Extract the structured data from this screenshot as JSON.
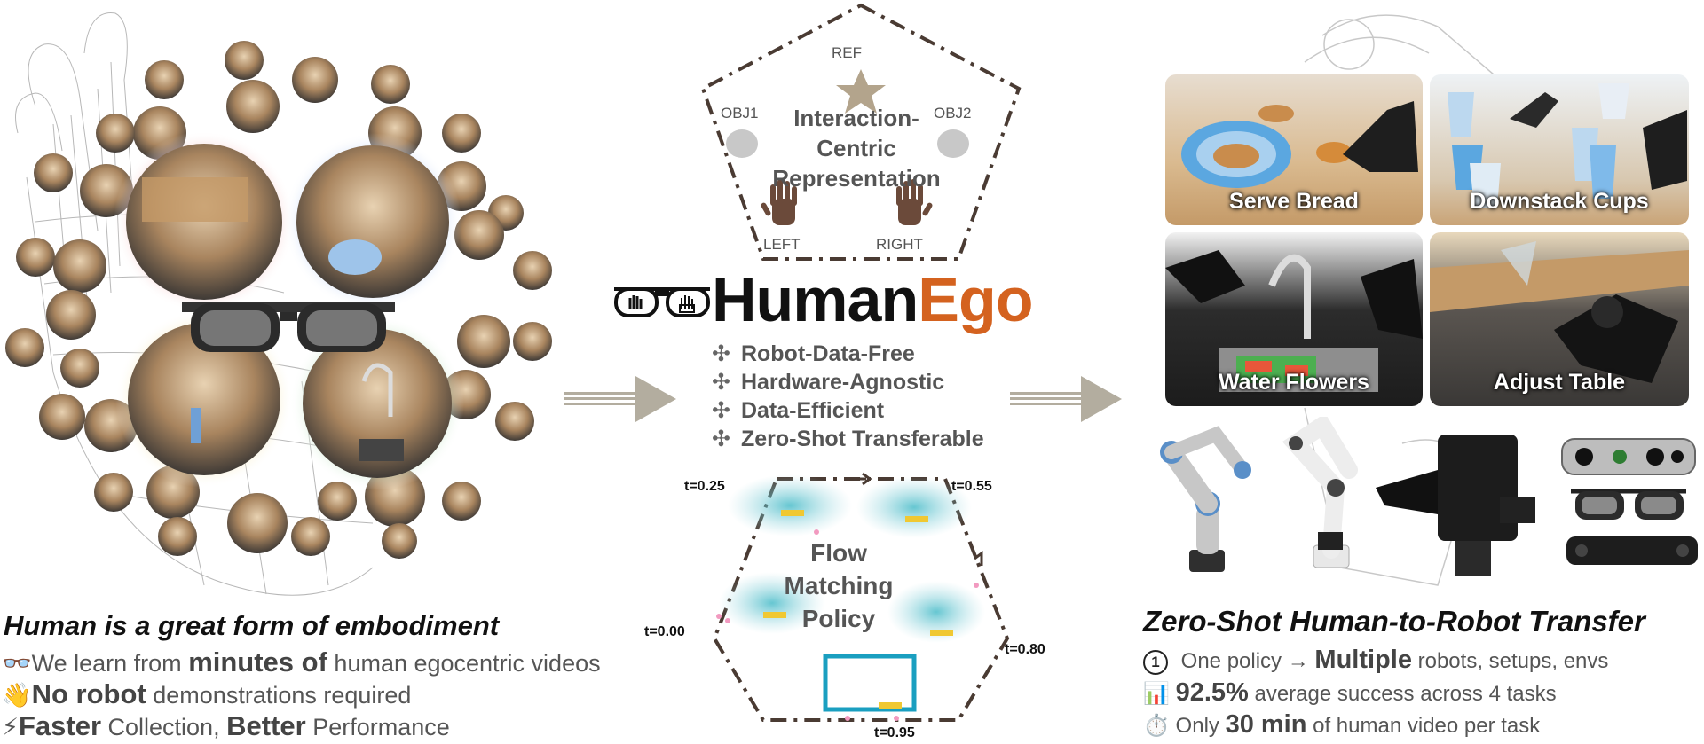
{
  "left": {
    "title": "Human is a great form of embodiment",
    "b1_pre": "We learn from ",
    "b1_bold": "minutes of",
    "b1_post": " human egocentric videos",
    "b2_bold": "No robot",
    "b2_post": " demonstrations required",
    "b3_bold1": "Faster",
    "b3_mid": " Collection, ",
    "b3_bold2": "Better",
    "b3_post": " Performance"
  },
  "center": {
    "rep_labels": {
      "ref": "REF",
      "obj1": "OBJ1",
      "obj2": "OBJ2",
      "left": "LEFT",
      "right": "RIGHT"
    },
    "rep_title": [
      "Interaction-",
      "Centric",
      "Representation"
    ],
    "logo_human": "Human",
    "logo_ego": "Ego",
    "features": [
      "Robot-Data-Free",
      "Hardware-Agnostic",
      "Data-Efficient",
      "Zero-Shot Transferable"
    ],
    "feature_symbol": "✣",
    "flow_title": [
      "Flow",
      "Matching",
      "Policy"
    ],
    "time_labels": {
      "t0": "t=0.00",
      "t25": "t=0.25",
      "t55": "t=0.55",
      "t80": "t=0.80",
      "t95": "t=0.95"
    }
  },
  "right": {
    "tasks": [
      "Serve Bread",
      "Downstack Cups",
      "Water Flowers",
      "Adjust Table"
    ],
    "title": "Zero-Shot Human-to-Robot Transfer",
    "r1_num": "1",
    "r1_pre": " One policy → ",
    "r1_bold": "Multiple",
    "r1_post": " robots, setups, envs",
    "r2_bold": "92.5%",
    "r2_post": " average success across 4 tasks",
    "r3_pre": " Only ",
    "r3_bold": "30 min",
    "r3_post": " of human video per task"
  },
  "colors": {
    "brand_orange": "#d4621f",
    "arrow": "#b3ad9f",
    "dash": "#4a3b33"
  }
}
